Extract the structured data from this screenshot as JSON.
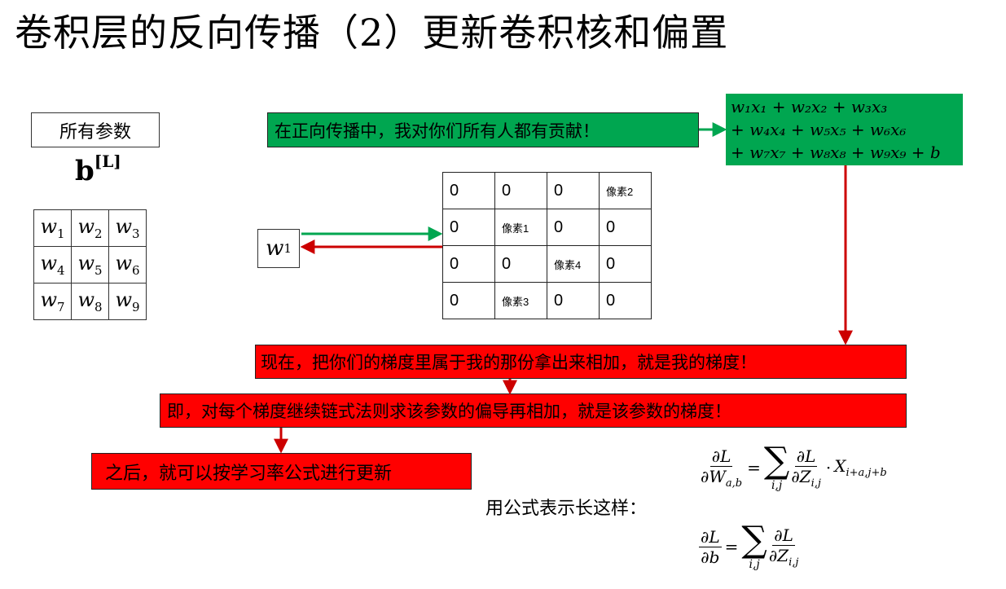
{
  "title": "卷积层的反向传播（2）更新卷积核和偏置",
  "params_label": "所有参数",
  "bias": {
    "base": "b",
    "sup": "[L]"
  },
  "kernel": [
    [
      {
        "v": "w",
        "s": "1"
      },
      {
        "v": "w",
        "s": "2"
      },
      {
        "v": "w",
        "s": "3"
      }
    ],
    [
      {
        "v": "w",
        "s": "4"
      },
      {
        "v": "w",
        "s": "5"
      },
      {
        "v": "w",
        "s": "6"
      }
    ],
    [
      {
        "v": "w",
        "s": "7"
      },
      {
        "v": "w",
        "s": "8"
      },
      {
        "v": "w",
        "s": "9"
      }
    ]
  ],
  "w1_label": {
    "v": "w",
    "s": "1"
  },
  "forward_note": "在正向传播中，我对你们所有人都有贡献！",
  "forward_formula": [
    "w₁x₁ + w₂x₂ + w₃x₃",
    "+ w₄x₄ + w₅x₅ + w₆x₆",
    "+ w₇x₇ + w₈x₈ + w₉x₉ + b"
  ],
  "grid": [
    [
      "0",
      "0",
      "0",
      "像素2"
    ],
    [
      "0",
      "像素1",
      "0",
      "0"
    ],
    [
      "0",
      "0",
      "像素4",
      "0"
    ],
    [
      "0",
      "像素3",
      "0",
      "0"
    ]
  ],
  "note_now": "现在，把你们的梯度里属于我的那份拿出来相加，就是我的梯度！",
  "note_chain": "即，对每个梯度继续链式法则求该参数的偏导再相加，就是该参数的梯度！",
  "note_update": "之后，就可以按学习率公式进行更新",
  "formula_intro": "用公式表示长这样：",
  "formula_w": {
    "lhs_num": "∂L",
    "lhs_den_base": "∂W",
    "lhs_den_sub": "a,b",
    "eq": "=",
    "sum_lim": "i,j",
    "rhs_num": "∂L",
    "rhs_den_base": "∂Z",
    "rhs_den_sub": "i,j",
    "dot": "·",
    "x_base": "X",
    "x_sub": "i+a,j+b"
  },
  "formula_b": {
    "lhs_num": "∂L",
    "lhs_den": "∂b",
    "eq": "=",
    "sum_lim": "i,j",
    "rhs_num": "∂L",
    "rhs_den_base": "∂Z",
    "rhs_den_sub": "i,j"
  },
  "colors": {
    "green": "#00a650",
    "red": "#ff0000",
    "arrow_green": "#00a650",
    "arrow_red": "#cc0000"
  }
}
